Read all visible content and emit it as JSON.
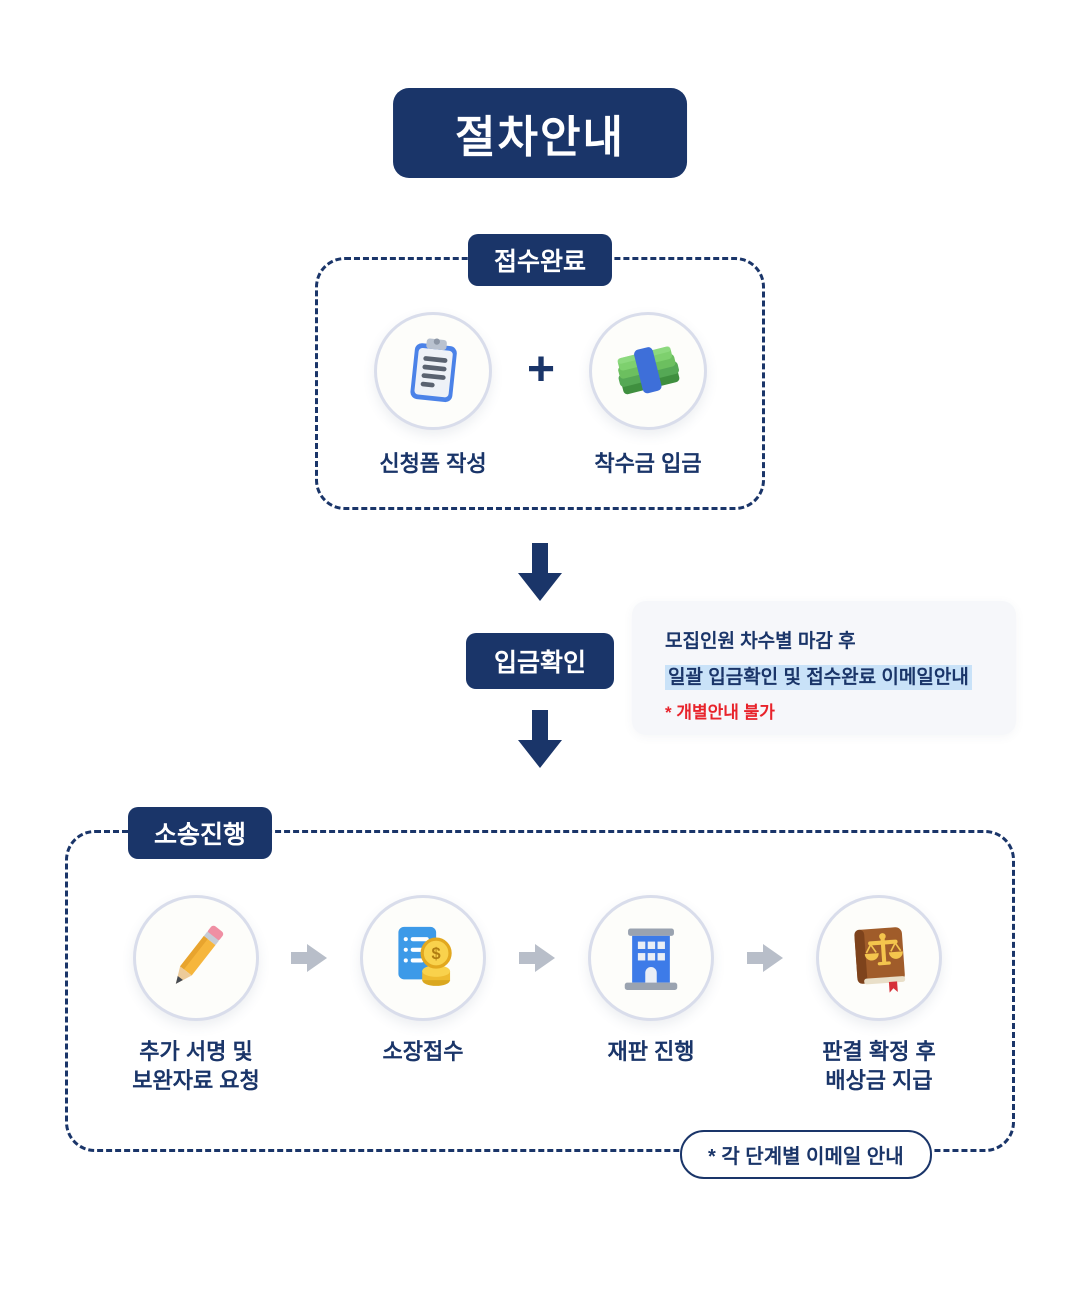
{
  "title": "절차안내",
  "colors": {
    "navy": "#1a3569",
    "red": "#e8232b",
    "highlight_blue": "#c9e2f8",
    "note_card_bg": "#f6f7fa",
    "circle_border": "#d9ddeb",
    "arrow_gray": "#b8bec9"
  },
  "reception": {
    "label": "접수완료",
    "plus": "+",
    "steps": [
      {
        "icon": "clipboard-icon",
        "label": "신청폼 작성"
      },
      {
        "icon": "cash-icon",
        "label": "착수금 입금"
      }
    ]
  },
  "deposit": {
    "label": "입금확인",
    "note": {
      "line1": "모집인원 차수별 마감 후",
      "line2": "일괄 입금확인 및 접수완료 이메일안내",
      "line3": "* 개별안내 불가"
    }
  },
  "litigation": {
    "label": "소송진행",
    "steps": [
      {
        "icon": "pencil-icon",
        "label": "추가 서명 및\n보완자료 요청"
      },
      {
        "icon": "complaint-icon",
        "label": "소장접수"
      },
      {
        "icon": "building-icon",
        "label": "재판 진행"
      },
      {
        "icon": "lawbook-icon",
        "label": "판결 확정 후\n배상금 지급"
      }
    ],
    "footnote": "* 각 단계별 이메일 안내"
  }
}
